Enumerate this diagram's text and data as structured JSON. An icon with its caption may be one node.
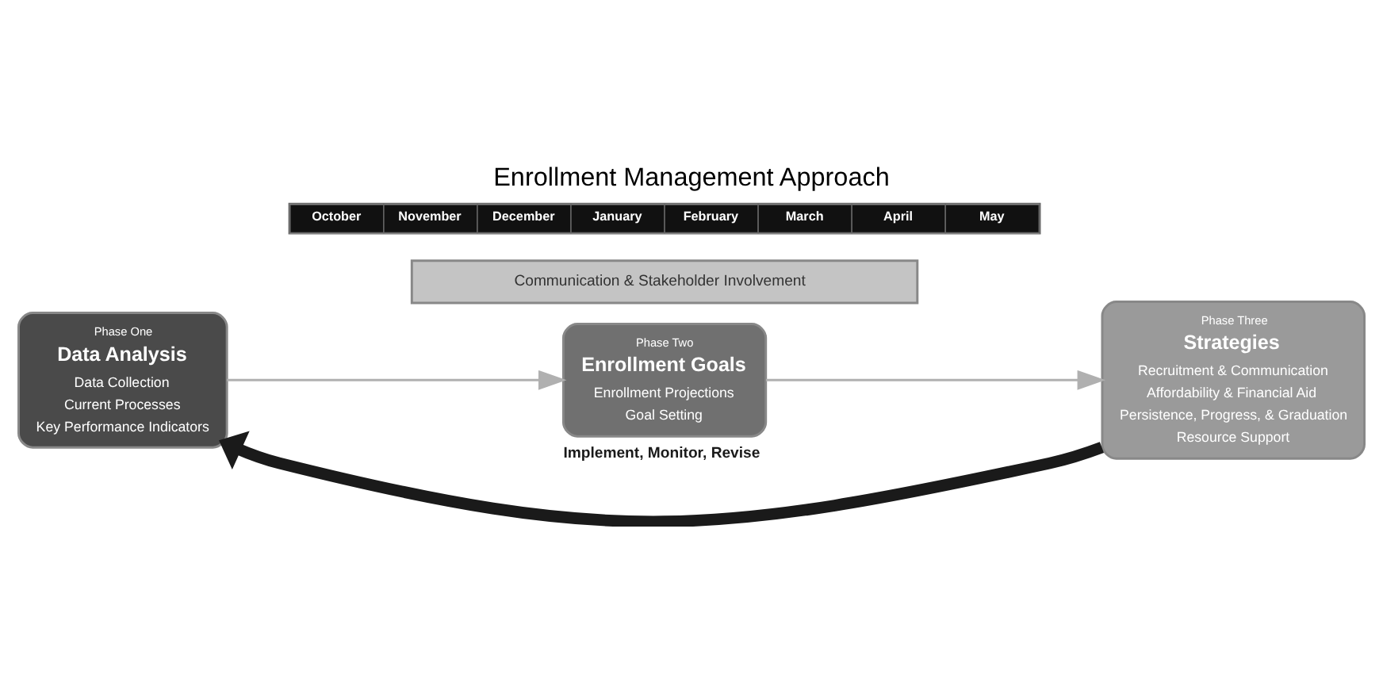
{
  "diagram": {
    "title": "Enrollment Management Approach",
    "nodes": [
      {
        "text": [
          "Phase One",
          "Data Analysis",
          "Data Collection",
          "Current Processes",
          "Key Performance Indicators"
        ]
      },
      {
        "text": [
          "Phase Two",
          "Enrollment Goals",
          "Enrollment Projections",
          "Goal Setting"
        ]
      },
      {
        "text": [
          "Phase Three",
          "Strategies",
          "Recruitment & Communication",
          "Affordability & Financial Aid",
          "Persistence, Progress, & Graduation",
          "Resource Support"
        ]
      },
      {
        "text": [
          "Communication & Stakeholder Involvement"
        ]
      }
    ],
    "edges": [
      {
        "from": 0,
        "to": 1,
        "arrow": "to"
      },
      {
        "from": 1,
        "to": 2,
        "arrow": "to"
      },
      {
        "from": 2,
        "to": 0,
        "arrow": "to",
        "label": "Implement, Monitor, Revise",
        "style": "thick",
        "color": "#1a1a1a"
      }
    ],
    "labels": [
      "October",
      "November",
      "December",
      "January",
      "February",
      "March",
      "April",
      "May"
    ]
  }
}
